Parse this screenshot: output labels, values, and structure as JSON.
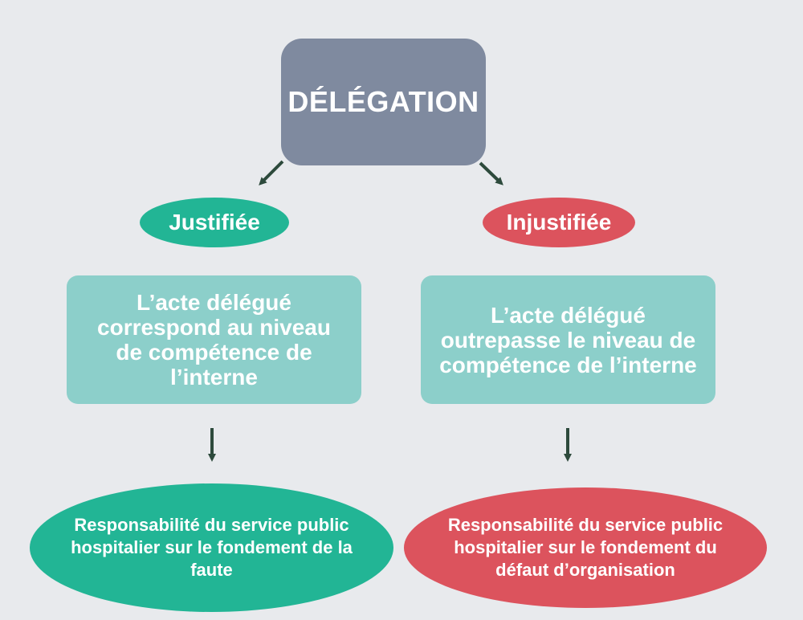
{
  "root": {
    "label": "DÉLÉGATION"
  },
  "branches": [
    {
      "label": "Justifiée",
      "description": "L’acte délégué correspond au niveau de compétence de l’interne",
      "result": "Responsabilité du service public hospitalier sur le fondement de la faute"
    },
    {
      "label": "Injustifiée",
      "description": "L’acte délégué outrepasse le niveau de compétence de l’interne",
      "result": "Responsabilité du service public hospitalier sur le fondement du défaut d’organisation"
    }
  ],
  "colors": {
    "background": "#e8eaed",
    "root": "#7f8a9f",
    "justified": "#22b595",
    "unjustified": "#dc535d",
    "description": "#8ccfca",
    "arrow": "#2d4a3c"
  }
}
